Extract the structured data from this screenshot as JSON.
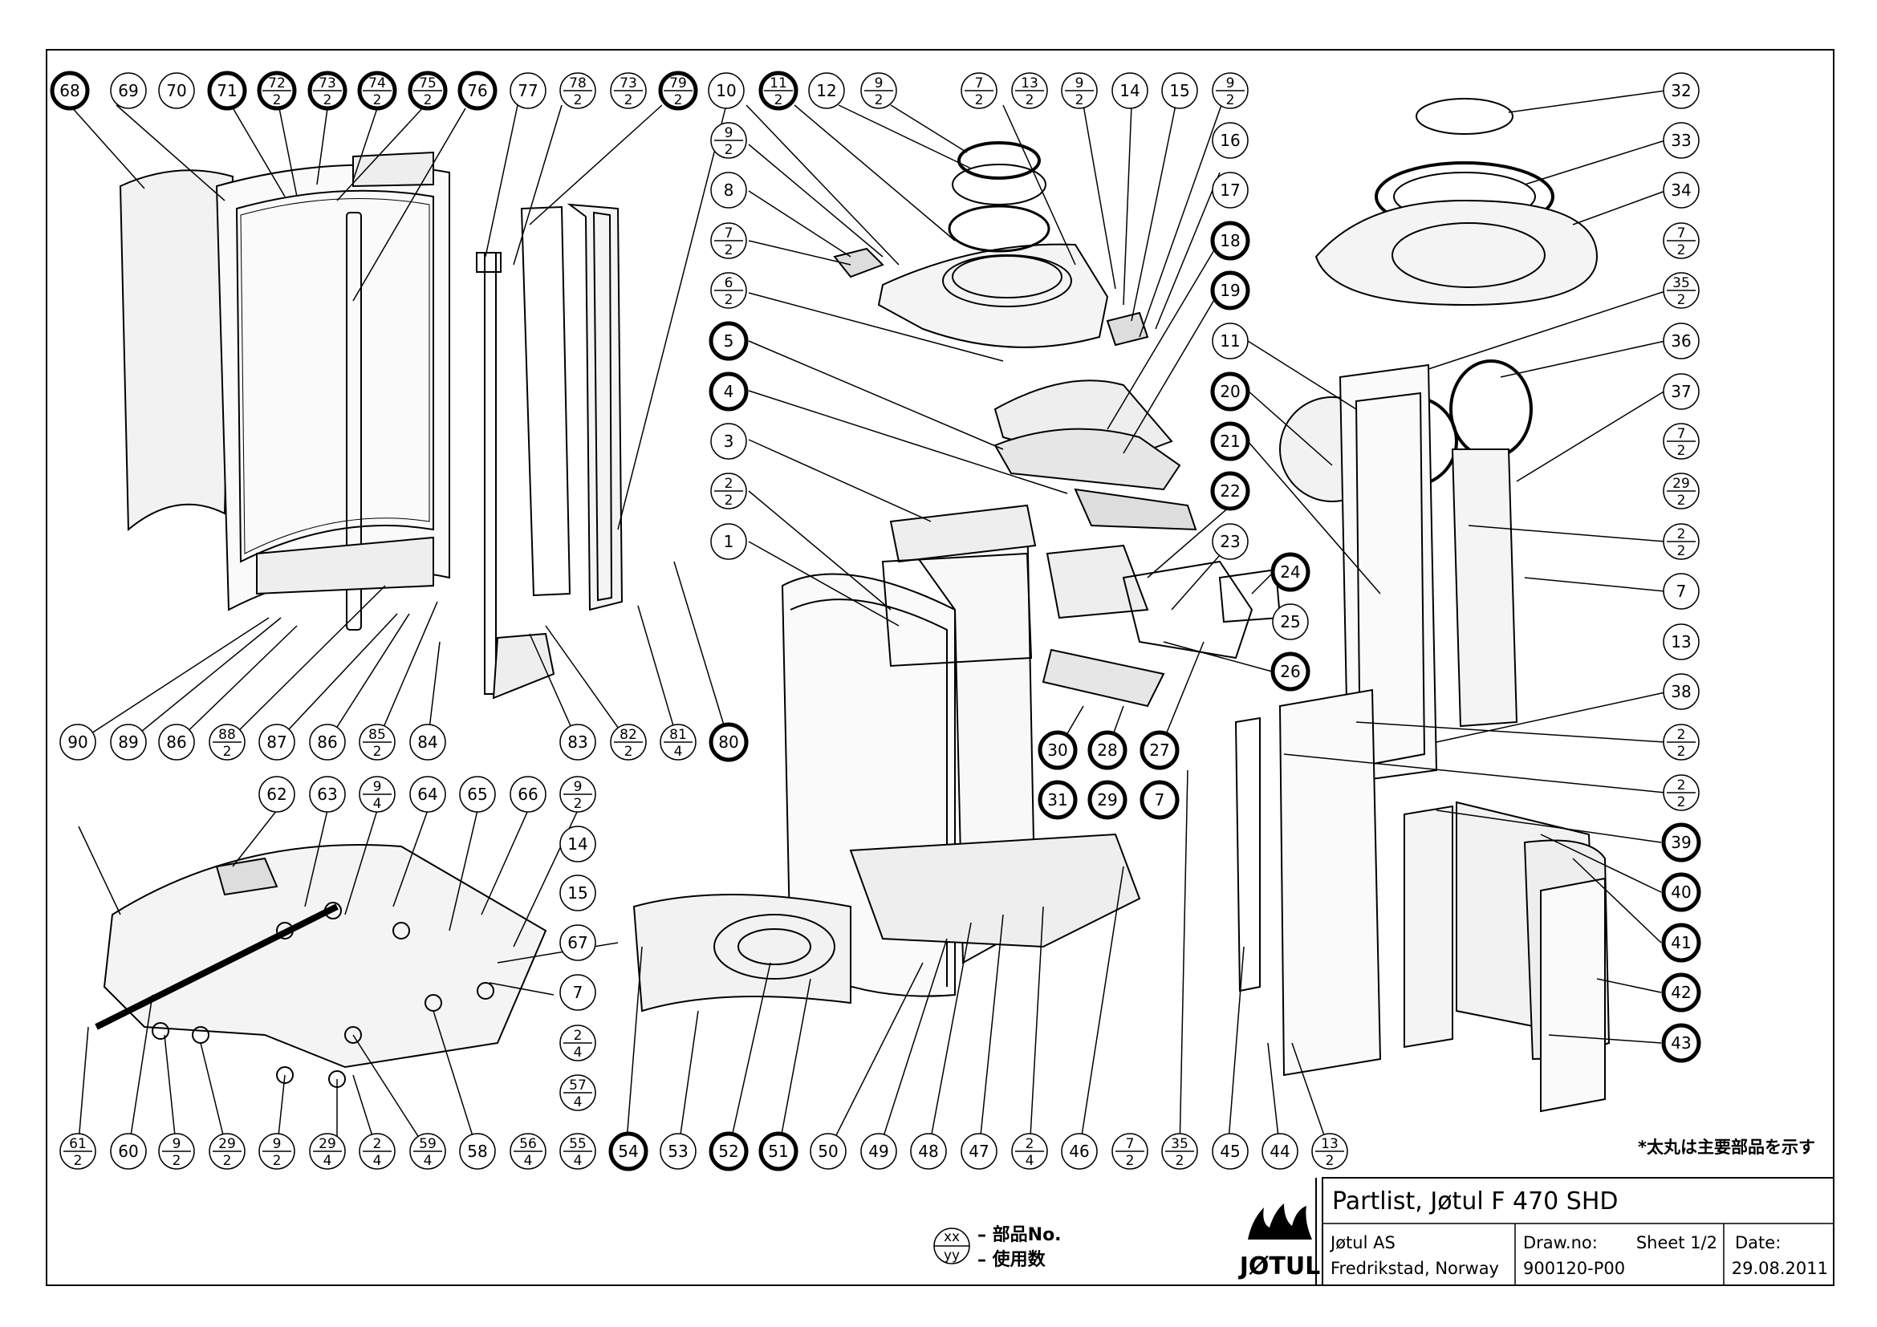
{
  "title_block": {
    "title": "Partlist, Jøtul F 470 SHD",
    "company": "Jøtul AS",
    "location": "Fredrikstad, Norway",
    "draw_no_label": "Draw.no:",
    "sheet": "Sheet 1/2",
    "draw_no": "900120-P00",
    "date_label": "Date:",
    "date": "29.08.2011",
    "logo_text": "JØTUL"
  },
  "note": "*太丸は主要部品を示す",
  "legend": {
    "top": "xx",
    "bottom": "yy",
    "top_label": "– 部品No.",
    "bottom_label": "– 使用数"
  },
  "callouts": [
    {
      "part": "68",
      "bold": true
    },
    {
      "part": "69"
    },
    {
      "part": "70"
    },
    {
      "part": "71",
      "bold": true
    },
    {
      "part": "72",
      "qty": "2",
      "bold": true
    },
    {
      "part": "73",
      "qty": "2",
      "bold": true
    },
    {
      "part": "74",
      "qty": "2",
      "bold": true
    },
    {
      "part": "75",
      "qty": "2",
      "bold": true
    },
    {
      "part": "76",
      "bold": true
    },
    {
      "part": "77"
    },
    {
      "part": "78",
      "qty": "2"
    },
    {
      "part": "73",
      "qty": "2"
    },
    {
      "part": "79",
      "qty": "2",
      "bold": true
    },
    {
      "part": "10"
    },
    {
      "part": "11",
      "qty": "2",
      "bold": true
    },
    {
      "part": "12"
    },
    {
      "part": "9",
      "qty": "2"
    },
    {
      "part": "7",
      "qty": "2"
    },
    {
      "part": "13",
      "qty": "2"
    },
    {
      "part": "9",
      "qty": "2"
    },
    {
      "part": "14"
    },
    {
      "part": "15"
    },
    {
      "part": "9",
      "qty": "2"
    },
    {
      "part": "16"
    },
    {
      "part": "17"
    },
    {
      "part": "18",
      "bold": true
    },
    {
      "part": "19",
      "bold": true
    },
    {
      "part": "9",
      "qty": "2"
    },
    {
      "part": "8"
    },
    {
      "part": "7",
      "qty": "2"
    },
    {
      "part": "6",
      "qty": "2"
    },
    {
      "part": "5",
      "bold": true
    },
    {
      "part": "4",
      "bold": true
    },
    {
      "part": "3"
    },
    {
      "part": "2",
      "qty": "2"
    },
    {
      "part": "1"
    },
    {
      "part": "32"
    },
    {
      "part": "33"
    },
    {
      "part": "34"
    },
    {
      "part": "7",
      "qty": "2"
    },
    {
      "part": "35",
      "qty": "2"
    },
    {
      "part": "36"
    },
    {
      "part": "37"
    },
    {
      "part": "7",
      "qty": "2"
    },
    {
      "part": "29",
      "qty": "2"
    },
    {
      "part": "2",
      "qty": "2"
    },
    {
      "part": "7"
    },
    {
      "part": "13"
    },
    {
      "part": "38"
    },
    {
      "part": "2",
      "qty": "2"
    },
    {
      "part": "2",
      "qty": "2"
    },
    {
      "part": "39",
      "bold": true
    },
    {
      "part": "40",
      "bold": true
    },
    {
      "part": "41",
      "bold": true
    },
    {
      "part": "42",
      "bold": true
    },
    {
      "part": "43",
      "bold": true
    },
    {
      "part": "11"
    },
    {
      "part": "20",
      "bold": true
    },
    {
      "part": "21",
      "bold": true
    },
    {
      "part": "22",
      "bold": true
    },
    {
      "part": "23"
    },
    {
      "part": "24",
      "bold": true
    },
    {
      "part": "25"
    },
    {
      "part": "26",
      "bold": true
    },
    {
      "part": "30",
      "bold": true
    },
    {
      "part": "28",
      "bold": true
    },
    {
      "part": "27",
      "bold": true
    },
    {
      "part": "31",
      "bold": true
    },
    {
      "part": "29",
      "bold": true
    },
    {
      "part": "7",
      "bold": true
    },
    {
      "part": "90"
    },
    {
      "part": "89"
    },
    {
      "part": "86"
    },
    {
      "part": "88",
      "qty": "2"
    },
    {
      "part": "87"
    },
    {
      "part": "86"
    },
    {
      "part": "85",
      "qty": "2"
    },
    {
      "part": "84"
    },
    {
      "part": "83"
    },
    {
      "part": "82",
      "qty": "2"
    },
    {
      "part": "81",
      "qty": "4"
    },
    {
      "part": "80",
      "bold": true
    },
    {
      "part": "62"
    },
    {
      "part": "63"
    },
    {
      "part": "9",
      "qty": "4"
    },
    {
      "part": "64"
    },
    {
      "part": "65"
    },
    {
      "part": "66"
    },
    {
      "part": "9",
      "qty": "2"
    },
    {
      "part": "14"
    },
    {
      "part": "15"
    },
    {
      "part": "67"
    },
    {
      "part": "7"
    },
    {
      "part": "2",
      "qty": "4"
    },
    {
      "part": "57",
      "qty": "4"
    },
    {
      "part": "61",
      "qty": "2"
    },
    {
      "part": "60"
    },
    {
      "part": "9",
      "qty": "2"
    },
    {
      "part": "29",
      "qty": "2"
    },
    {
      "part": "9",
      "qty": "2"
    },
    {
      "part": "29",
      "qty": "4"
    },
    {
      "part": "2",
      "qty": "4"
    },
    {
      "part": "59",
      "qty": "4"
    },
    {
      "part": "58"
    },
    {
      "part": "56",
      "qty": "4"
    },
    {
      "part": "55",
      "qty": "4"
    },
    {
      "part": "54",
      "bold": true
    },
    {
      "part": "53"
    },
    {
      "part": "52",
      "bold": true
    },
    {
      "part": "51",
      "bold": true
    },
    {
      "part": "50"
    },
    {
      "part": "49"
    },
    {
      "part": "48"
    },
    {
      "part": "47"
    },
    {
      "part": "2",
      "qty": "4"
    },
    {
      "part": "46"
    },
    {
      "part": "7",
      "qty": "2"
    },
    {
      "part": "35",
      "qty": "2"
    },
    {
      "part": "45"
    },
    {
      "part": "44"
    },
    {
      "part": "13",
      "qty": "2"
    }
  ]
}
